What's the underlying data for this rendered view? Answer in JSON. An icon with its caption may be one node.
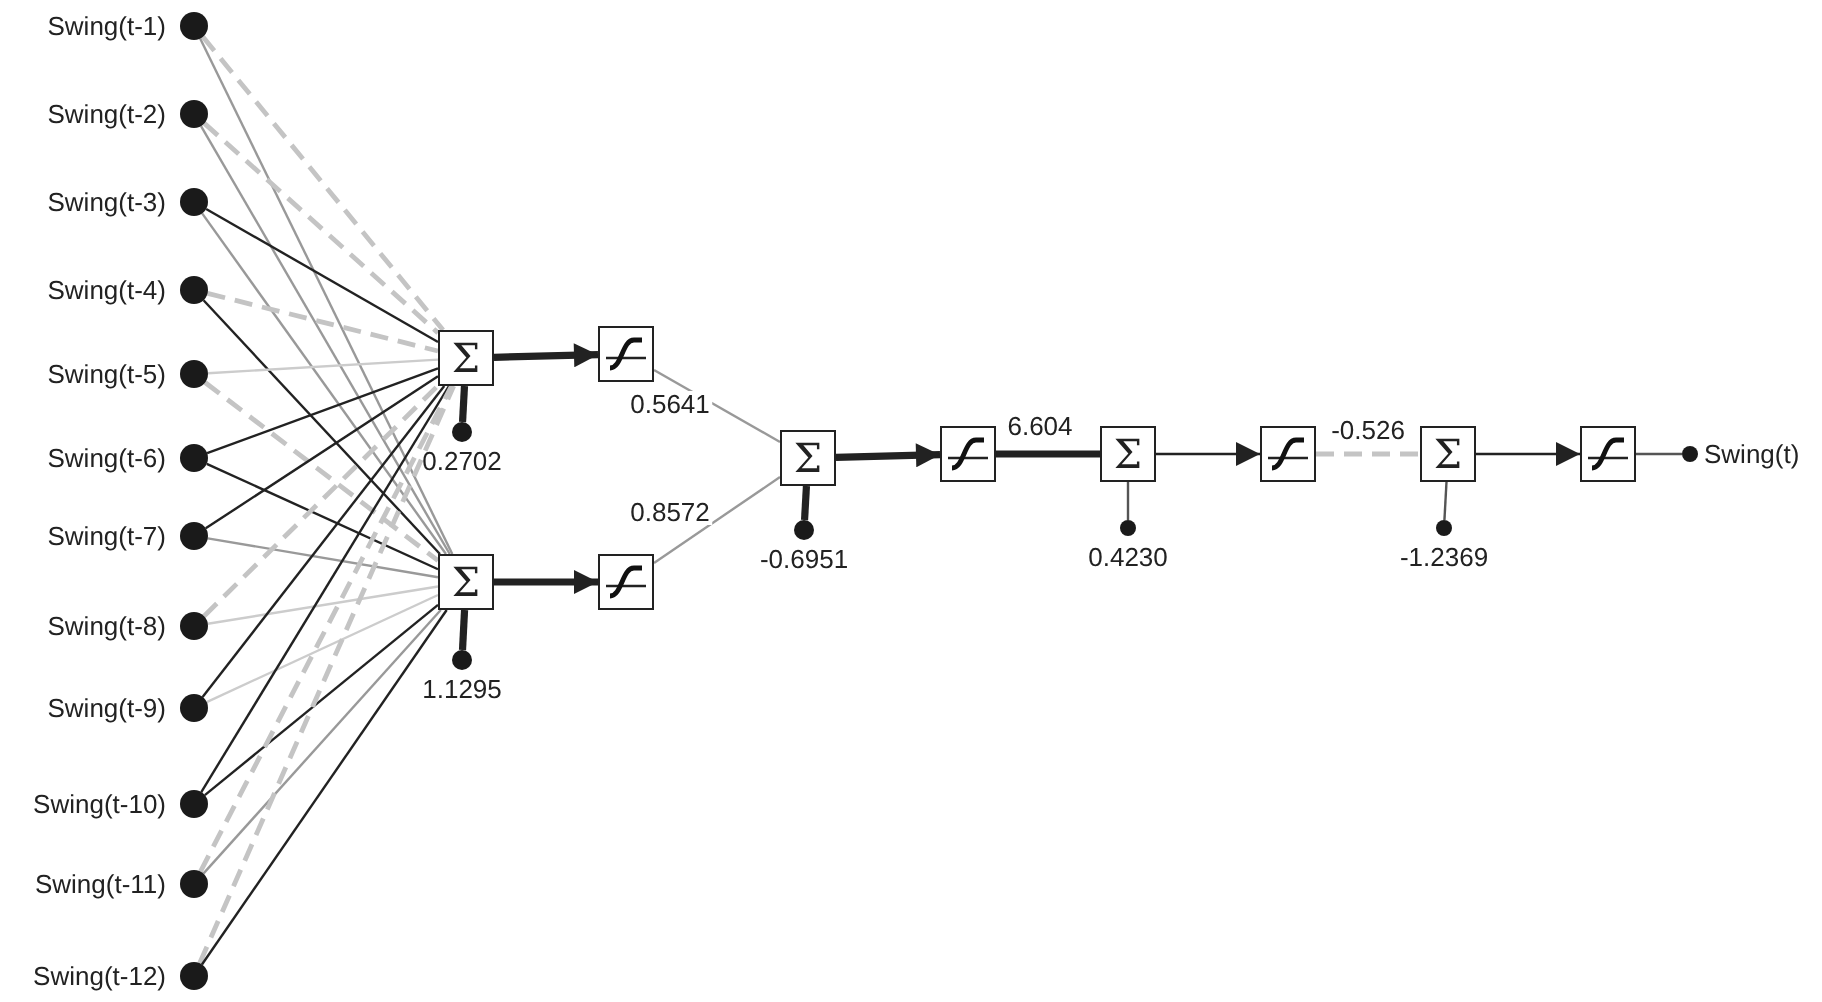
{
  "diagram": {
    "nodes": [
      {
        "text": [],
        "shape": "circle",
        "beside": [
          "Swing(t-1)"
        ]
      },
      {
        "text": [],
        "shape": "circle",
        "beside": [
          "Swing(t-2)"
        ]
      },
      {
        "text": [],
        "shape": "circle",
        "beside": [
          "Swing(t-3)"
        ]
      },
      {
        "text": [],
        "shape": "circle",
        "beside": [
          "Swing(t-4)"
        ]
      },
      {
        "text": [],
        "shape": "circle",
        "beside": [
          "Swing(t-5)"
        ]
      },
      {
        "text": [],
        "shape": "circle",
        "beside": [
          "Swing(t-6)"
        ]
      },
      {
        "text": [],
        "shape": "circle",
        "beside": [
          "Swing(t-7)"
        ]
      },
      {
        "text": [],
        "shape": "circle",
        "beside": [
          "Swing(t-8)"
        ]
      },
      {
        "text": [],
        "shape": "circle",
        "beside": [
          "Swing(t-9)"
        ]
      },
      {
        "text": [],
        "shape": "circle",
        "beside": [
          "Swing(t-10)"
        ]
      },
      {
        "text": [],
        "shape": "circle",
        "beside": [
          "Swing(t-11)"
        ]
      },
      {
        "text": [],
        "shape": "circle",
        "beside": [
          "Swing(t-12)"
        ]
      },
      {
        "text": [
          "Σ"
        ]
      },
      {
        "text": [],
        "shape": "circle",
        "beside": [
          "0.2702"
        ]
      },
      {
        "text": [
          "Σ"
        ]
      },
      {
        "text": [],
        "shape": "circle",
        "beside": [
          "1.1295"
        ]
      },
      {
        "text": [],
        "shape": "box"
      },
      {
        "text": [],
        "shape": "box"
      },
      {
        "text": [
          "Σ"
        ]
      },
      {
        "text": [],
        "shape": "circle",
        "beside": [
          "-0.6951"
        ]
      },
      {
        "text": [],
        "shape": "box"
      },
      {
        "text": [
          "Σ"
        ]
      },
      {
        "text": [],
        "shape": "circle",
        "beside": [
          "0.4230"
        ]
      },
      {
        "text": [],
        "shape": "box"
      },
      {
        "text": [
          "Σ"
        ]
      },
      {
        "text": [],
        "shape": "circle",
        "beside": [
          "-1.2369"
        ]
      },
      {
        "text": [],
        "shape": "box"
      },
      {
        "text": [],
        "shape": "circle",
        "beside": [
          "Swing(t)"
        ]
      }
    ],
    "edges": [
      {
        "from": 0,
        "to": 12,
        "arrow": "none",
        "style": "dashed",
        "color": "#c4c4c4"
      },
      {
        "from": 0,
        "to": 14,
        "arrow": "none",
        "color": "#999999"
      },
      {
        "from": 1,
        "to": 12,
        "arrow": "none",
        "style": "dashed",
        "color": "#c4c4c4"
      },
      {
        "from": 1,
        "to": 14,
        "arrow": "none",
        "color": "#999999"
      },
      {
        "from": 2,
        "to": 12,
        "arrow": "none"
      },
      {
        "from": 2,
        "to": 14,
        "arrow": "none",
        "color": "#999999"
      },
      {
        "from": 3,
        "to": 12,
        "arrow": "none",
        "style": "dashed",
        "color": "#c4c4c4"
      },
      {
        "from": 3,
        "to": 14,
        "arrow": "none"
      },
      {
        "from": 4,
        "to": 12,
        "arrow": "none",
        "color": "#cccccc"
      },
      {
        "from": 4,
        "to": 14,
        "arrow": "none",
        "style": "dashed",
        "color": "#c4c4c4"
      },
      {
        "from": 5,
        "to": 12,
        "arrow": "none"
      },
      {
        "from": 5,
        "to": 14,
        "arrow": "none"
      },
      {
        "from": 6,
        "to": 12,
        "arrow": "none"
      },
      {
        "from": 6,
        "to": 14,
        "arrow": "none",
        "color": "#999999"
      },
      {
        "from": 7,
        "to": 12,
        "arrow": "none",
        "style": "dashed",
        "color": "#c4c4c4"
      },
      {
        "from": 7,
        "to": 14,
        "arrow": "none",
        "color": "#cccccc"
      },
      {
        "from": 8,
        "to": 12,
        "arrow": "none"
      },
      {
        "from": 8,
        "to": 14,
        "arrow": "none",
        "color": "#cccccc"
      },
      {
        "from": 9,
        "to": 12,
        "arrow": "none"
      },
      {
        "from": 9,
        "to": 14,
        "arrow": "none"
      },
      {
        "from": 10,
        "to": 12,
        "arrow": "none",
        "style": "dashed",
        "color": "#c4c4c4"
      },
      {
        "from": 10,
        "to": 14,
        "arrow": "none",
        "color": "#999999"
      },
      {
        "from": 11,
        "to": 12,
        "arrow": "none",
        "style": "dashed",
        "color": "#c4c4c4"
      },
      {
        "from": 11,
        "to": 14,
        "arrow": "none"
      },
      {
        "from": 13,
        "to": 12,
        "arrow": "none",
        "style": "thick"
      },
      {
        "from": 15,
        "to": 14,
        "arrow": "none",
        "style": "thick"
      },
      {
        "from": 12,
        "to": 16,
        "arrow": "to",
        "style": "thick"
      },
      {
        "from": 14,
        "to": 17,
        "arrow": "to",
        "style": "thick"
      },
      {
        "from": 16,
        "to": 18,
        "arrow": "none",
        "label": "0.5641",
        "color": "#999999"
      },
      {
        "from": 17,
        "to": 18,
        "arrow": "none",
        "label": "0.8572",
        "color": "#999999"
      },
      {
        "from": 19,
        "to": 18,
        "arrow": "none",
        "style": "thick"
      },
      {
        "from": 18,
        "to": 20,
        "arrow": "to",
        "style": "thick"
      },
      {
        "from": 20,
        "to": 21,
        "arrow": "none",
        "label": "6.604",
        "style": "thick"
      },
      {
        "from": 22,
        "to": 21,
        "arrow": "none",
        "color": "#555555"
      },
      {
        "from": 21,
        "to": 23,
        "arrow": "to"
      },
      {
        "from": 23,
        "to": 24,
        "arrow": "none",
        "label": "-0.526",
        "style": "dashed",
        "color": "#c4c4c4"
      },
      {
        "from": 25,
        "to": 24,
        "arrow": "none",
        "color": "#555555"
      },
      {
        "from": 24,
        "to": 26,
        "arrow": "to"
      },
      {
        "from": 26,
        "to": 27,
        "arrow": "none",
        "color": "#555555"
      }
    ]
  }
}
